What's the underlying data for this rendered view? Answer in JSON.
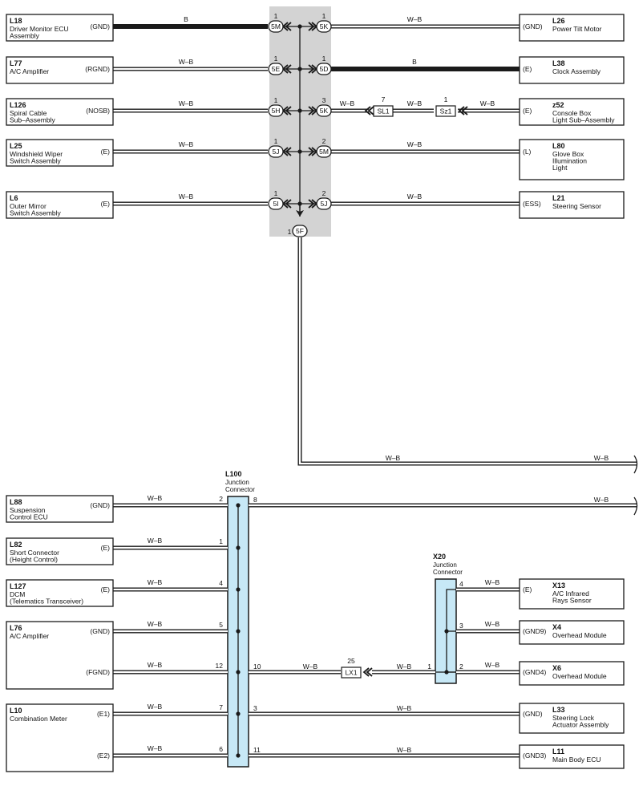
{
  "colors": {
    "ink": "#1a1a1a",
    "splice_shade": "#d3d3d3",
    "junction_fill": "#c7e8f6"
  },
  "left_components": [
    {
      "id": "L18",
      "lines": [
        "Driver Monitor ECU",
        "Assembly"
      ],
      "pin": "(GND)"
    },
    {
      "id": "L77",
      "lines": [
        "A/C Amplifier"
      ],
      "pin": "(RGND)"
    },
    {
      "id": "L126",
      "lines": [
        "Spiral Cable",
        "Sub–Assembly"
      ],
      "pin": "(NOSB)"
    },
    {
      "id": "L25",
      "lines": [
        "Windshield Wiper",
        "Switch Assembly"
      ],
      "pin": "(E)"
    },
    {
      "id": "L6",
      "lines": [
        "Outer Mirror",
        "Switch Assembly"
      ],
      "pin": "(E)"
    },
    {
      "id": "L88",
      "lines": [
        "Suspension",
        "Control ECU"
      ],
      "pin": "(GND)"
    },
    {
      "id": "L82",
      "lines": [
        "Short Connector",
        "(Height Control)"
      ],
      "pin": "(E)"
    },
    {
      "id": "L127",
      "lines": [
        "DCM",
        "(Telematics Transceiver)"
      ],
      "pin": "(E)"
    },
    {
      "id": "L76",
      "lines": [
        "A/C Amplifier"
      ],
      "pin": "(GND)",
      "pin2": "(FGND)"
    },
    {
      "id": "L10",
      "lines": [
        "Combination Meter"
      ],
      "pin": "(E1)",
      "pin2": "(E2)"
    }
  ],
  "right_components": [
    {
      "id": "L26",
      "lines": [
        "Power Tilt Motor"
      ],
      "pin": "(GND)"
    },
    {
      "id": "L38",
      "lines": [
        "Clock Assembly"
      ],
      "pin": "(E)"
    },
    {
      "id": "z52",
      "lines": [
        "Console Box",
        "Light Sub–Assembly"
      ],
      "pin": "(E)"
    },
    {
      "id": "L80",
      "lines": [
        "Glove Box",
        "Illumination",
        "Light"
      ],
      "pin": "(L)"
    },
    {
      "id": "L21",
      "lines": [
        "Steering Sensor"
      ],
      "pin": "(ESS)"
    },
    {
      "id": "X13",
      "lines": [
        "A/C Infrared",
        "Rays Sensor"
      ],
      "pin": "(E)"
    },
    {
      "id": "X4",
      "lines": [
        "Overhead Module"
      ],
      "pin": "(GND9)"
    },
    {
      "id": "X6",
      "lines": [
        "Overhead Module"
      ],
      "pin": "(GND4)"
    },
    {
      "id": "L33",
      "lines": [
        "Steering Lock",
        "Actuator Assembly"
      ],
      "pin": "(GND)"
    },
    {
      "id": "L11",
      "lines": [
        "Main Body ECU"
      ],
      "pin": "(GND3)"
    }
  ],
  "splice_connectors": {
    "left": [
      {
        "pin": "1",
        "id": "5M"
      },
      {
        "pin": "1",
        "id": "5E"
      },
      {
        "pin": "1",
        "id": "5H"
      },
      {
        "pin": "1",
        "id": "5J"
      },
      {
        "pin": "1",
        "id": "5I"
      }
    ],
    "right": [
      {
        "pin": "1",
        "id": "5K"
      },
      {
        "pin": "1",
        "id": "5D"
      },
      {
        "pin": "3",
        "id": "5K"
      },
      {
        "pin": "2",
        "id": "5M"
      },
      {
        "pin": "2",
        "id": "5J"
      }
    ],
    "bottom": {
      "pin": "1",
      "id": "5F"
    }
  },
  "inline_connectors": [
    {
      "id": "SL1",
      "pin": "7"
    },
    {
      "id": "Sz1",
      "pin": "1"
    },
    {
      "id": "LX1",
      "pin": "25"
    }
  ],
  "wire_colors": {
    "b": "B",
    "wb": "W–B"
  },
  "junctions": [
    {
      "id": "L100",
      "lines": [
        "Junction",
        "Connector"
      ],
      "left_pins": [
        "2",
        "1",
        "4",
        "5",
        "12",
        "7",
        "6"
      ],
      "right_pins": [
        "8",
        "10",
        "3",
        "11"
      ]
    },
    {
      "id": "X20",
      "lines": [
        "Junction",
        "Connector"
      ],
      "left_pins": [
        "1"
      ],
      "right_pins": [
        "4",
        "3",
        "2"
      ]
    }
  ]
}
